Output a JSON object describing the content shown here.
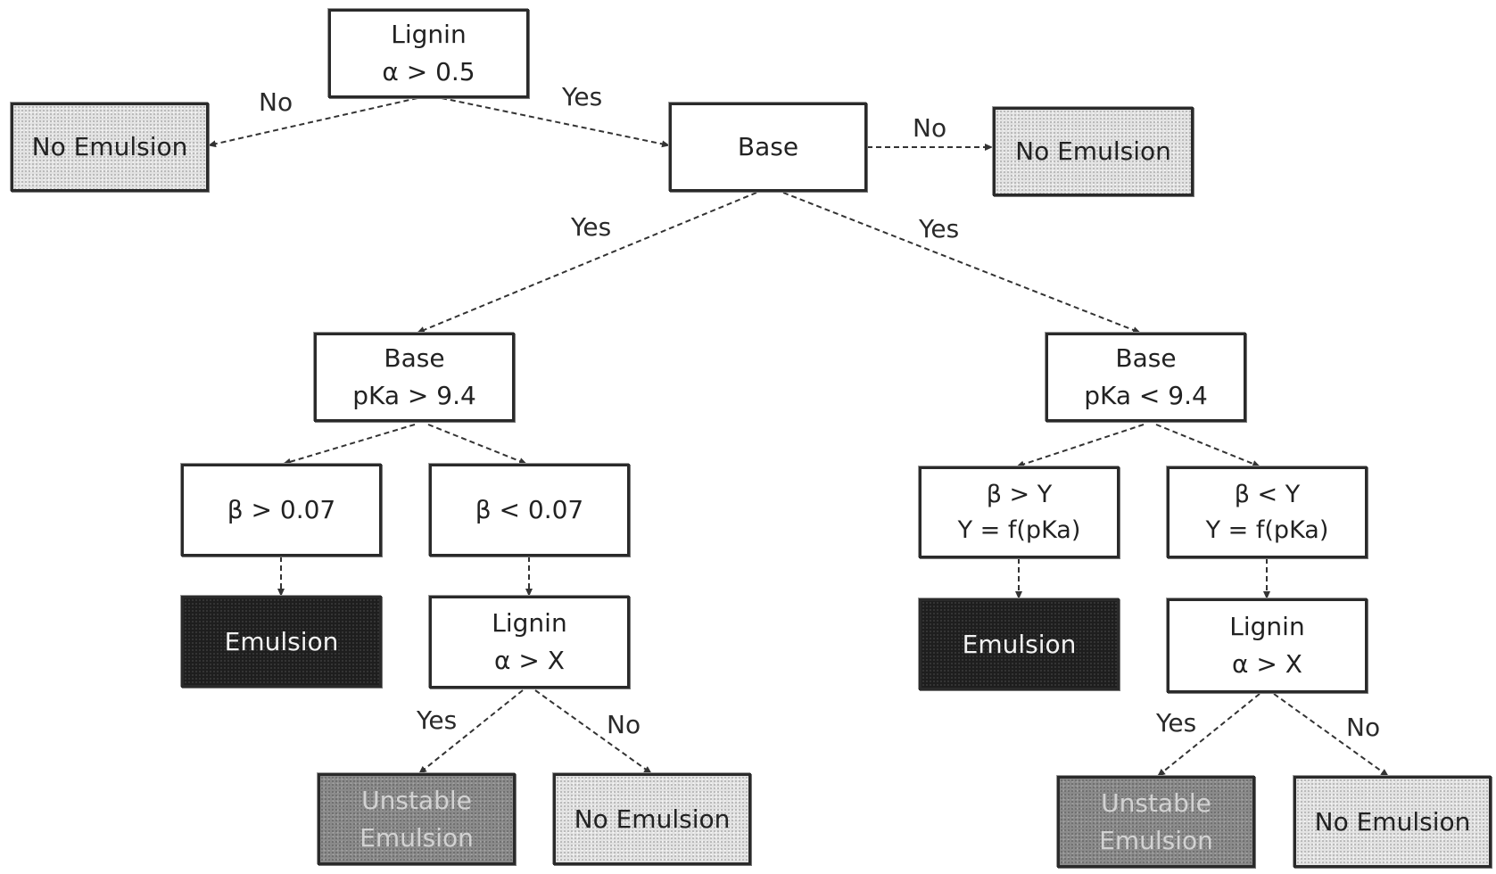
{
  "nodes": {
    "root": {
      "lines": [
        "Lignin",
        "α > 0.5"
      ]
    },
    "no_em_left": {
      "lines": [
        "No Emulsion"
      ]
    },
    "base": {
      "lines": [
        "Base"
      ]
    },
    "no_em_right": {
      "lines": [
        "No Emulsion"
      ]
    },
    "base_high": {
      "lines": [
        "Base",
        "pKa > 9.4"
      ]
    },
    "base_low": {
      "lines": [
        "Base",
        "pKa < 9.4"
      ]
    },
    "beta_gt": {
      "lines": [
        "β > 0.07"
      ]
    },
    "beta_lt": {
      "lines": [
        "β < 0.07"
      ]
    },
    "beta_gt_y": {
      "lines": [
        "β > Y",
        "Y = f(pKa)"
      ]
    },
    "beta_lt_y": {
      "lines": [
        "β < Y",
        "Y = f(pKa)"
      ]
    },
    "emulsion_1": {
      "lines": [
        "Emulsion"
      ]
    },
    "lignin_x_1": {
      "lines": [
        "Lignin",
        "α > X"
      ]
    },
    "emulsion_2": {
      "lines": [
        "Emulsion"
      ]
    },
    "lignin_x_2": {
      "lines": [
        "Lignin",
        "α > X"
      ]
    },
    "unstable_1": {
      "lines": [
        "Unstable",
        "Emulsion"
      ]
    },
    "no_em_3": {
      "lines": [
        "No Emulsion"
      ]
    },
    "unstable_2": {
      "lines": [
        "Unstable",
        "Emulsion"
      ]
    },
    "no_em_4": {
      "lines": [
        "No Emulsion"
      ]
    }
  },
  "edges": {
    "root_no": "No",
    "root_yes": "Yes",
    "base_no": "No",
    "base_yes_left": "Yes",
    "base_yes_right": "Yes",
    "lig1_yes": "Yes",
    "lig1_no": "No",
    "lig2_yes": "Yes",
    "lig2_no": "No"
  }
}
